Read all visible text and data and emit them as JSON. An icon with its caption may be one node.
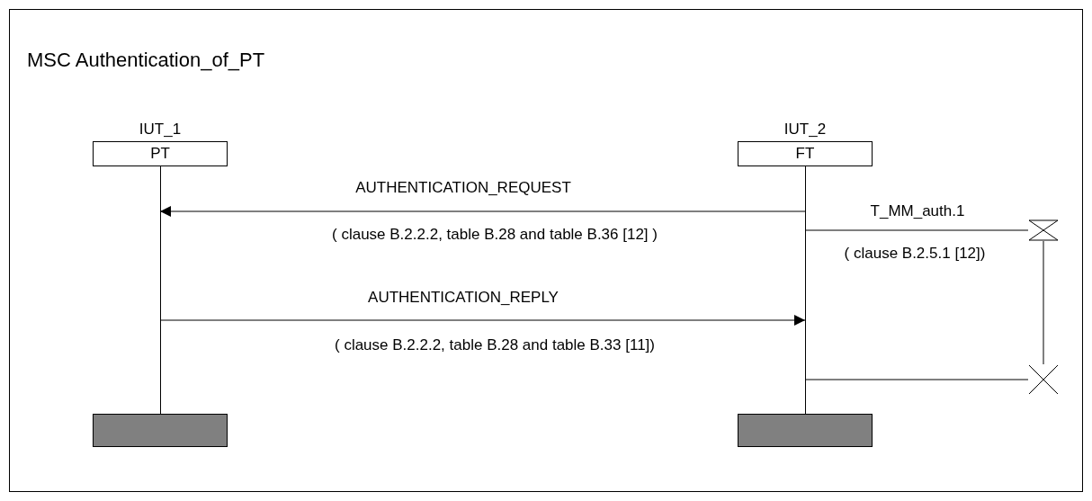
{
  "diagram": {
    "title": "MSC Authentication_of_PT",
    "nodes": [
      {
        "text": [
          "IUT_1",
          "PT"
        ]
      },
      {
        "text": [
          "IUT_2",
          "FT"
        ]
      },
      {
        "text": [],
        "shape": "line"
      },
      {
        "text": [],
        "shape": "line"
      },
      {
        "text": [],
        "shape": "bar"
      },
      {
        "text": [],
        "shape": "bar"
      },
      {
        "text": [],
        "shape": "hourglass"
      },
      {
        "text": [],
        "shape": "cross"
      }
    ],
    "edges": [
      {
        "from": 3,
        "to": 2,
        "arrow": "to",
        "label": "AUTHENTICATION_REQUEST"
      },
      {
        "from": 2,
        "to": 3,
        "arrow": "to",
        "label": "AUTHENTICATION_REPLY"
      },
      {
        "from": 3,
        "to": 6,
        "arrow": "none",
        "label": "T_MM_auth.1"
      },
      {
        "from": 6,
        "to": 7,
        "arrow": "none"
      },
      {
        "from": 7,
        "to": 3,
        "arrow": "none"
      }
    ],
    "labels": [
      "( clause B.2.2.2, table B.28 and table B.36 [12] )",
      "( clause B.2.5.1 [12])",
      "( clause B.2.2.2, table B.28 and table B.33 [11])"
    ]
  }
}
